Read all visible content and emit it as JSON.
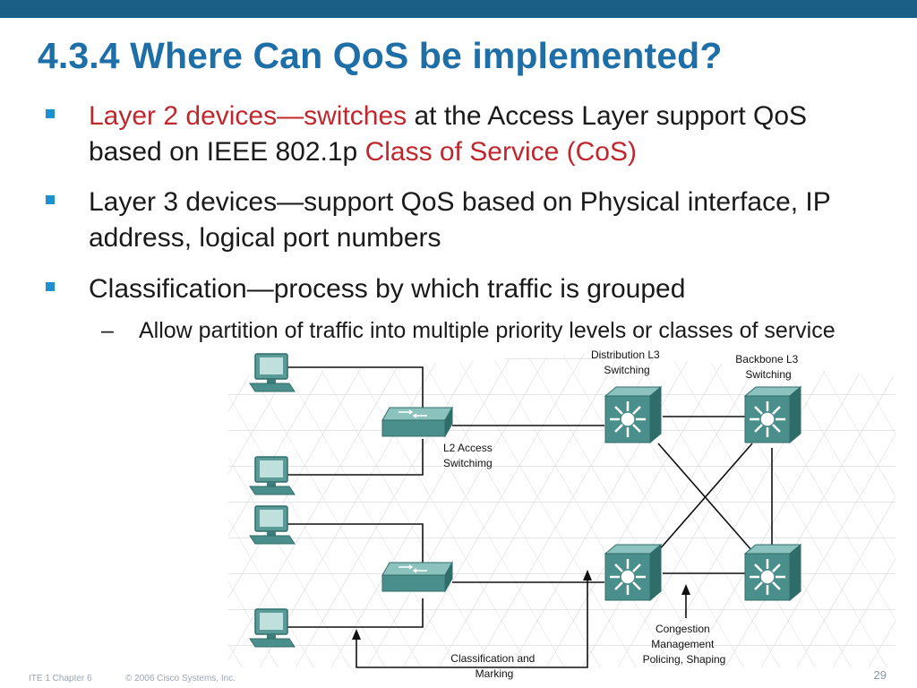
{
  "slide": {
    "title": "4.3.4 Where Can QoS be implemented?",
    "bullets": [
      {
        "parts": [
          {
            "text": "Layer 2 devices—switches",
            "highlight": true
          },
          {
            "text": " at the Access Layer support QoS based on IEEE 802.1p ",
            "highlight": false
          },
          {
            "text": "Class of Service (CoS)",
            "highlight": true
          }
        ]
      },
      {
        "parts": [
          {
            "text": "Layer 3 devices—support QoS based on Physical interface, IP address, logical port numbers",
            "highlight": false
          }
        ]
      },
      {
        "parts": [
          {
            "text": "Classification—process by which traffic is grouped",
            "highlight": false
          }
        ]
      }
    ],
    "subbullet": {
      "dash": "–",
      "text": "Allow partition of traffic into multiple priority levels or classes of service"
    }
  },
  "diagram": {
    "labels": {
      "distribution": [
        "Distribution L3",
        "Switching"
      ],
      "backbone": [
        "Backbone L3",
        "Switching"
      ],
      "l2access": [
        "L2 Access",
        "Switchimg"
      ],
      "classification": [
        "Classification and",
        "Marking"
      ],
      "congestion": [
        "Congestion",
        "Management",
        "Policing, Shaping"
      ]
    },
    "colors": {
      "device": "#4b8f8c",
      "device_dark": "#2f6d6a",
      "grid": "#c8ccd0",
      "link": "#111111"
    }
  },
  "footer": {
    "course": "ITE 1 Chapter 6",
    "copyright": "© 2006 Cisco Systems, Inc.",
    "page": "29"
  },
  "theme": {
    "title_color": "#1e6ea7",
    "bar_color": "#1b5f86",
    "highlight_color": "#c0272d",
    "bullet_color": "#1e90d0"
  }
}
